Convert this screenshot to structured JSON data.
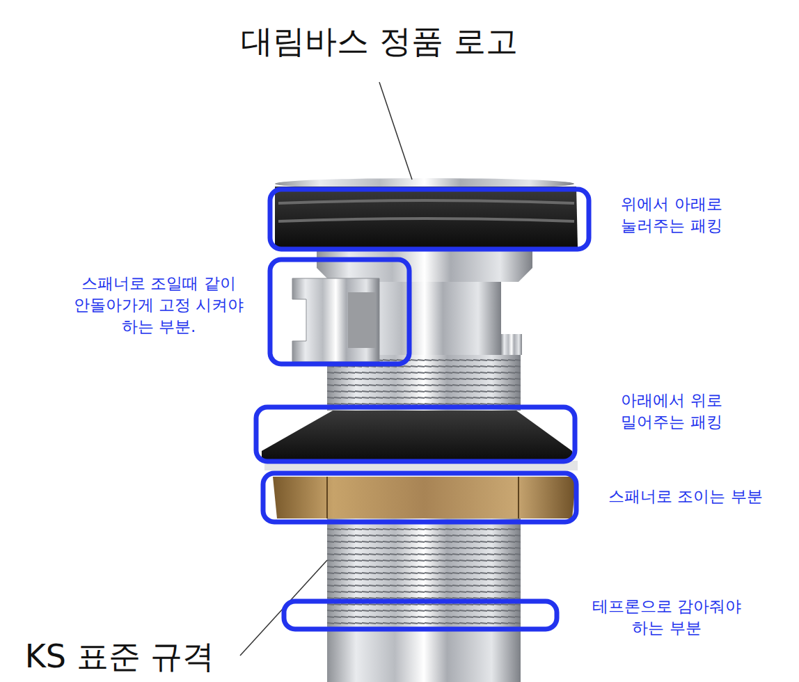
{
  "diagram": {
    "labels": [
      "대림바스 정품 로고",
      "위에서 아래로 눌러주는 패킹",
      "스패너로 조일때 같이 안돌아가게 고정 시켜야 하는 부분.",
      "아래에서 위로 밀어주는 패킹",
      "스패너로 조이는 부분",
      "테프론으로 감아줘야 하는 부분",
      "KS 표준 규격"
    ]
  }
}
